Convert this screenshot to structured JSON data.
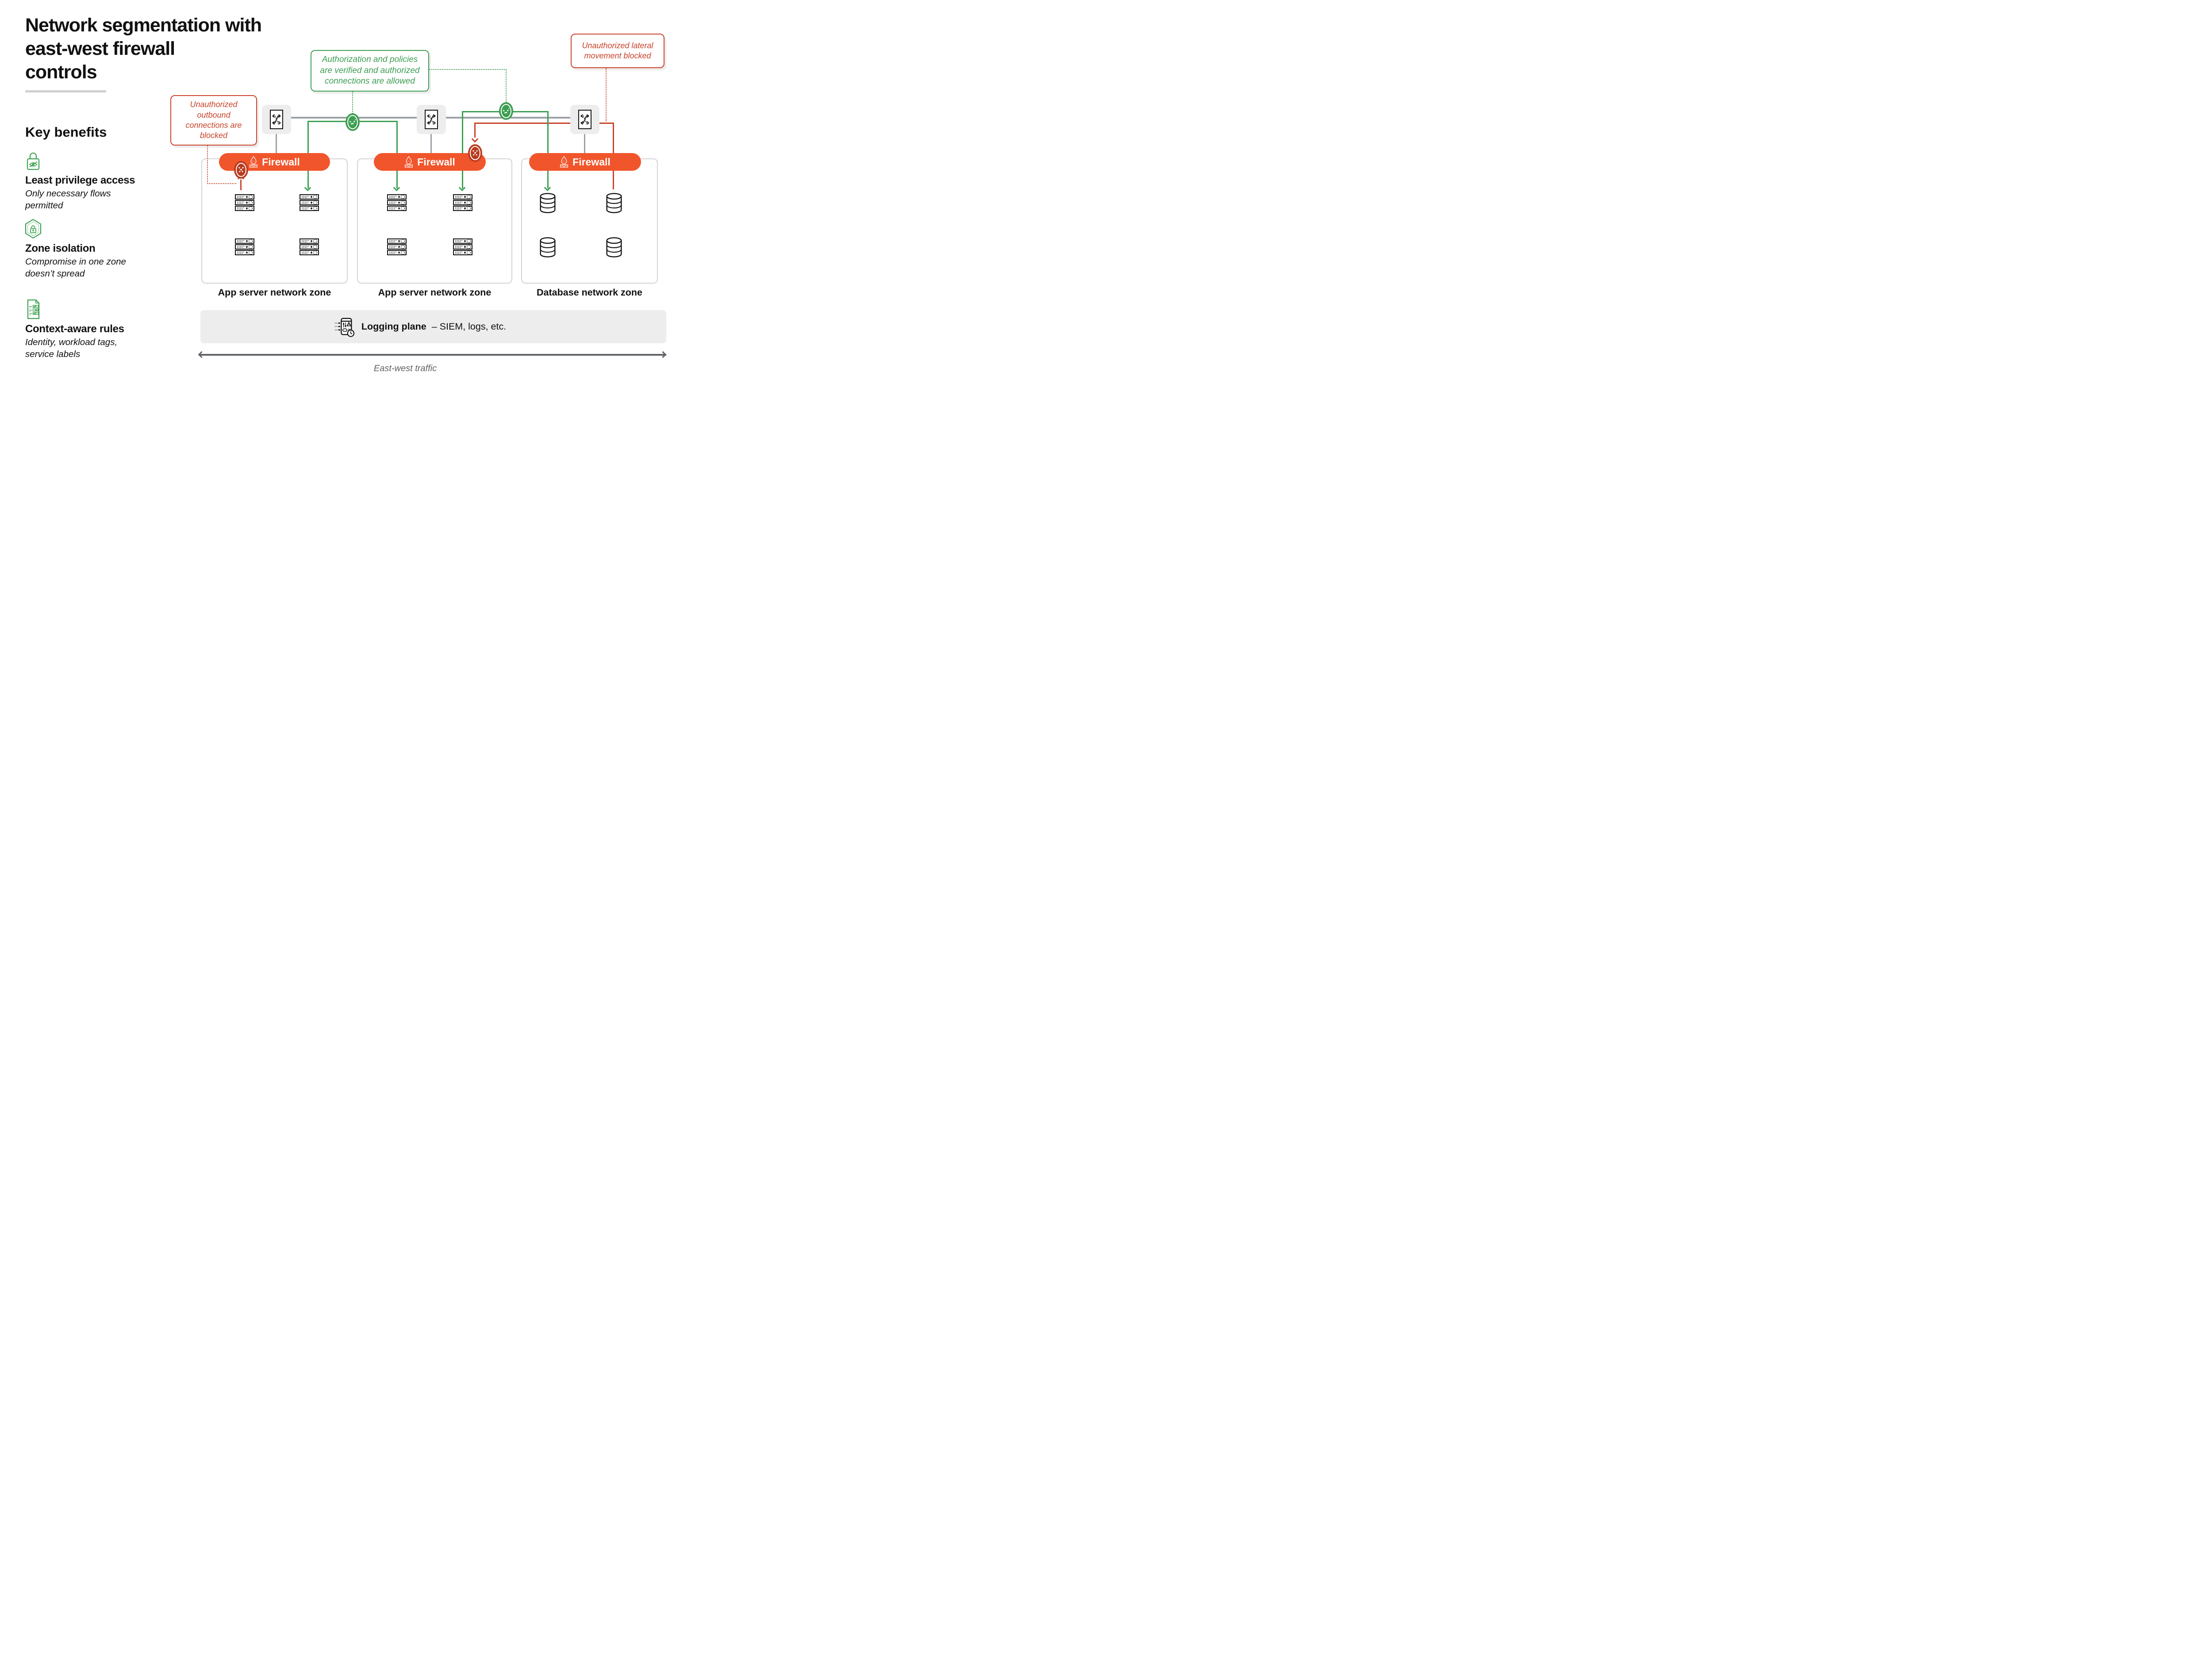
{
  "title_lines": [
    "Network segmentation with",
    "east-west firewall",
    "controls"
  ],
  "key_benefits": {
    "heading": "Key benefits",
    "items": [
      {
        "icon": "privacy-lock-icon",
        "title": "Least privilege access",
        "description": "Only necessary flows permitted"
      },
      {
        "icon": "zone-shield-lock-icon",
        "title": "Zone isolation",
        "description": "Compromise in one zone doesn’t spread"
      },
      {
        "icon": "checklist-rules-icon",
        "title": "Context-aware rules",
        "description": "Identity, workload tags, service labels"
      }
    ]
  },
  "callouts": {
    "authorized": "Authorization and policies are verified and authorized connections are allowed",
    "lateral": "Unauthorized lateral movement blocked",
    "outbound": "Unauthorized outbound connections are blocked"
  },
  "firewall": {
    "label": "Firewall"
  },
  "zones": [
    {
      "label": "App server network zone",
      "servers": [
        "App server1",
        "App server2",
        "App server3",
        "App server4"
      ]
    },
    {
      "label": "App server network zone",
      "servers": [
        "App server1",
        "App server2",
        "App server3",
        "App server4"
      ]
    },
    {
      "label": "Database network zone",
      "servers": [
        "DB server1",
        "DB server2",
        "DB server3",
        "DB server4"
      ]
    }
  ],
  "logging": {
    "label_bold": "Logging plane",
    "label_rest": "– SIEM, logs, etc."
  },
  "traffic": {
    "label": "East-west traffic"
  },
  "colors": {
    "orange": "#F1552B",
    "green": "#3D9E52",
    "red": "#C8432A",
    "dark_red": "#B93C1F",
    "gray_line": "#9AA0A6"
  }
}
